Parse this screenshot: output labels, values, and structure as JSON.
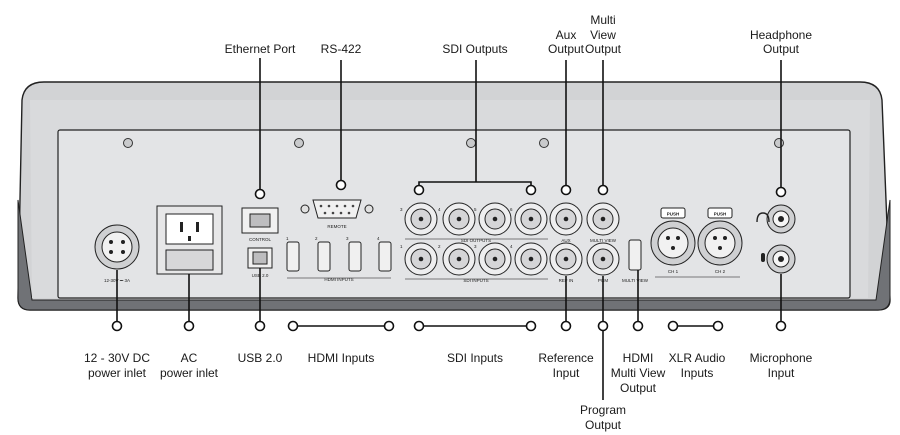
{
  "top_callouts": {
    "ethernet_port": [
      "Ethernet Port"
    ],
    "rs422": [
      "RS-422"
    ],
    "sdi_outputs": [
      "SDI Outputs"
    ],
    "aux_output": [
      "Aux",
      "Output"
    ],
    "multi_view_output": [
      "Multi",
      "View",
      "Output"
    ],
    "headphone_output": [
      "Headphone",
      "Output"
    ]
  },
  "bottom_callouts": {
    "power_dc": [
      "12 - 30V DC",
      "power inlet"
    ],
    "power_ac": [
      "AC",
      "power inlet"
    ],
    "usb": [
      "USB 2.0"
    ],
    "hdmi_inputs": [
      "HDMI Inputs"
    ],
    "sdi_inputs": [
      "SDI Inputs"
    ],
    "reference_input": [
      "Reference",
      "Input"
    ],
    "program_output": [
      "Program",
      "Output"
    ],
    "hdmi_multiview_output": [
      "HDMI",
      "Multi View",
      "Output"
    ],
    "xlr_audio_inputs": [
      "XLR Audio",
      "Inputs"
    ],
    "microphone_input": [
      "Microphone",
      "Input"
    ]
  },
  "panel_labels": {
    "dc_rating": "12-30V ⎓ 3A",
    "control": "CONTROL",
    "usb": "USB 2.0",
    "remote": "REMOTE",
    "hdmi_inputs": "HDMI INPUTS",
    "sdi_outputs": "SDI OUTPUTS",
    "sdi_inputs": "SDI INPUTS",
    "aux": "AUX",
    "multi_view_top": "MULTI VIEW",
    "ref_in": "REF IN",
    "pgm": "PGM",
    "multi_view_hdmi": "MULTI VIEW",
    "ch1": "CH 1",
    "ch2": "CH 2",
    "push": "PUSH",
    "hdmi_numbers": [
      "1",
      "2",
      "3",
      "4"
    ],
    "sdi_out_numbers": [
      "3",
      "4",
      "5",
      "6"
    ],
    "sdi_in_numbers": [
      "1",
      "2",
      "3",
      "4"
    ]
  },
  "icons": {
    "headphone": "headphone-icon",
    "microphone": "microphone-icon"
  }
}
